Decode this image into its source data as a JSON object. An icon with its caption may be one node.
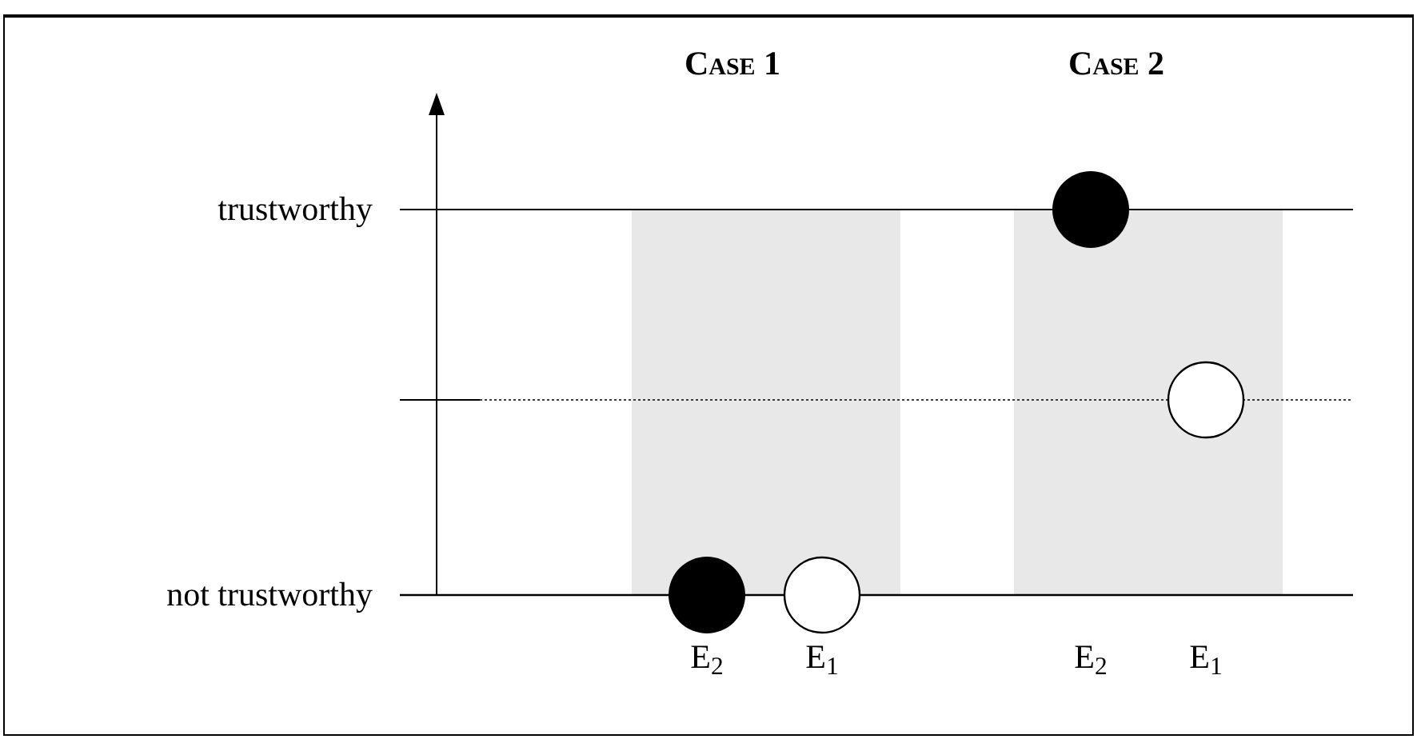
{
  "diagram": {
    "labels": [
      "Case 1",
      "Case 2",
      "trustworthy",
      "not trustworthy",
      "E$_{2}$",
      "E$_{1}$",
      "E$_{2}$",
      "E$_{1}$"
    ]
  }
}
